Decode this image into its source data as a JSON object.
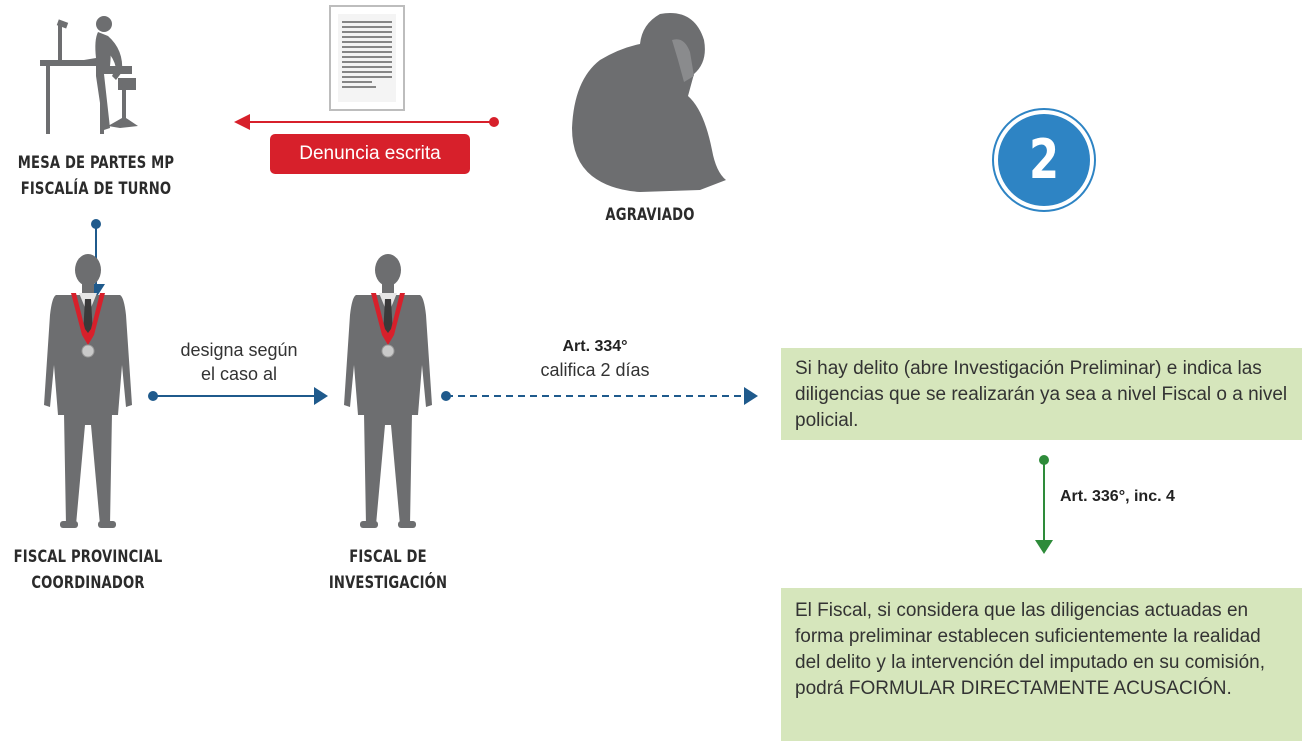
{
  "step_number": "2",
  "nodes": {
    "mesa_partes": [
      "MESA DE PARTES MP",
      "FISCALÍA DE TURNO"
    ],
    "agraviado": "AGRAVIADO",
    "fiscal_provincial": [
      "FISCAL PROVINCIAL",
      "COORDINADOR"
    ],
    "fiscal_investigacion": [
      "FISCAL DE",
      "INVESTIGACIÓN"
    ]
  },
  "edges": {
    "denuncia_label": "Denuncia escrita",
    "designa": [
      "designa según",
      "el caso al"
    ],
    "art334_title": "Art. 334°",
    "art334_sub": "califica 2 días",
    "art336": "Art. 336°, inc. 4"
  },
  "boxes": {
    "box1": "Si hay delito (abre Investigación Preliminar) e indica las diligencias que se realizarán ya sea a nivel Fiscal o a nivel policial.",
    "box2": "El Fiscal, si considera que las diligencias actuadas en forma preliminar establecen suficientemente la realidad del delito y la intervención del imputado en su comisión, podrá FORMULAR DIRECTAMENTE ACUSACIÓN."
  },
  "colors": {
    "red": "#d7202b",
    "blue": "#1f5a8c",
    "green": "#2e8b3a",
    "box_green": "#d6e6bc",
    "badge": "#2e84c4",
    "silhouette": "#6d6e70"
  }
}
